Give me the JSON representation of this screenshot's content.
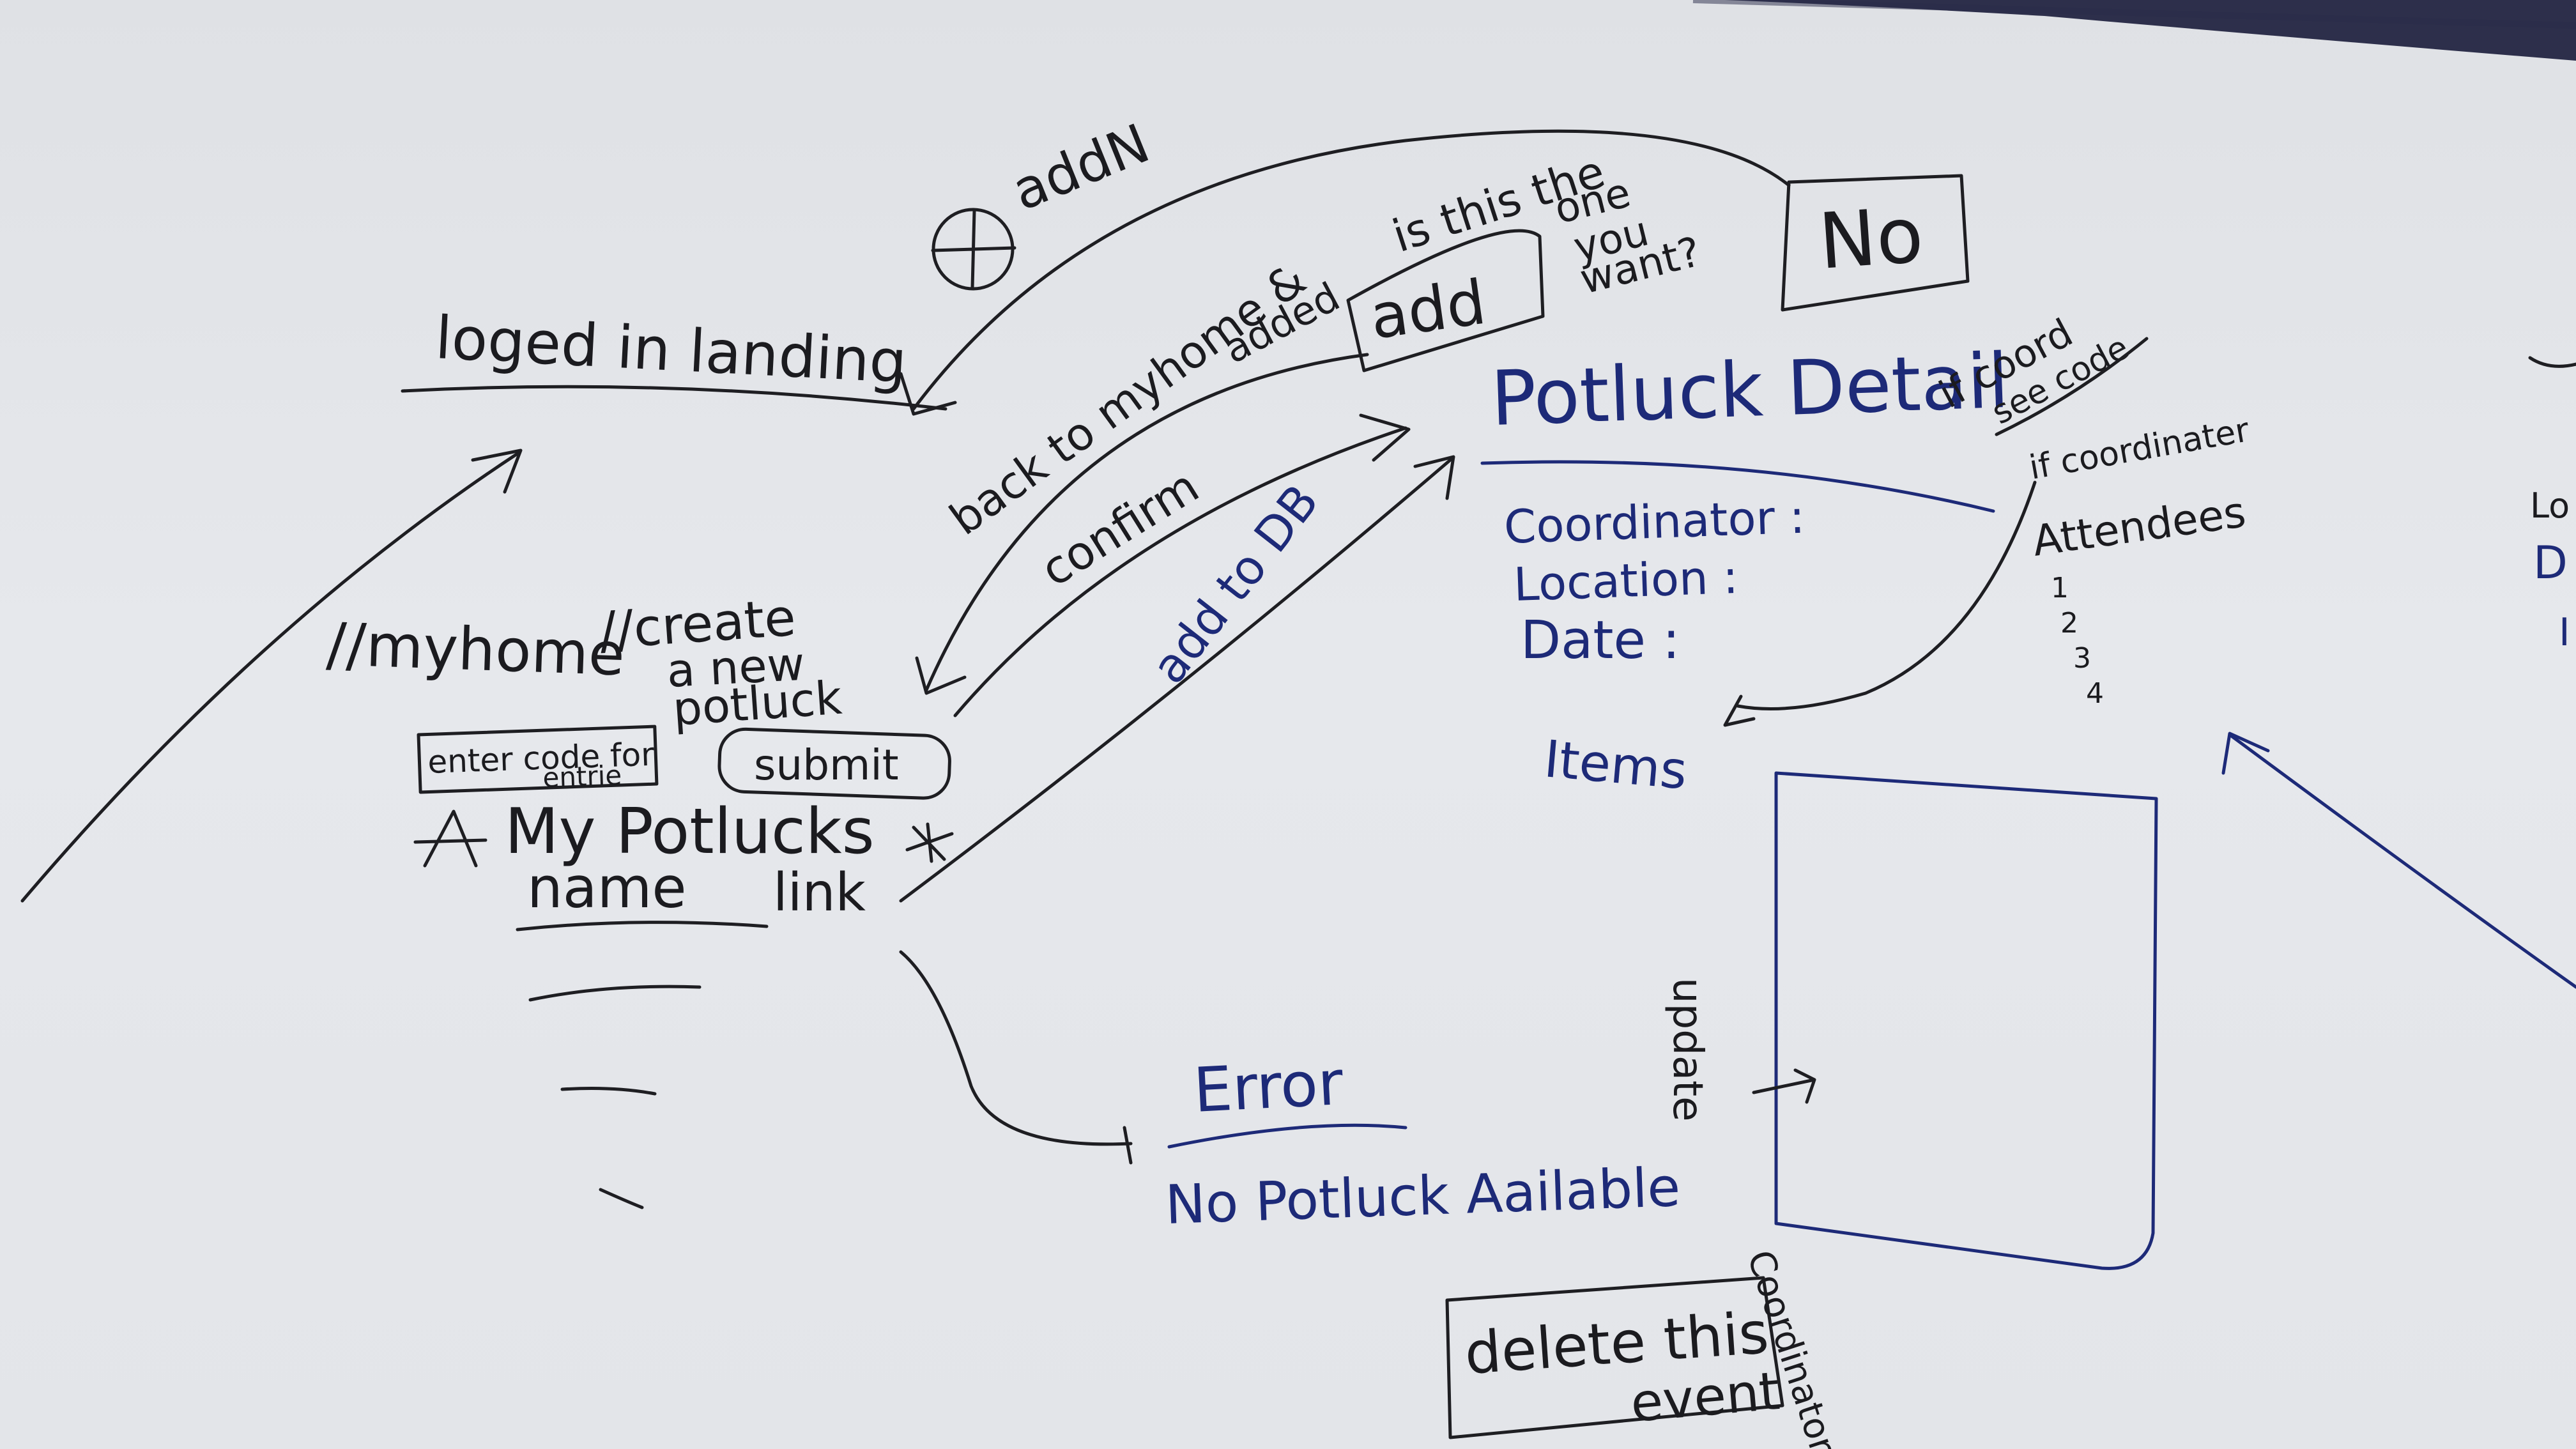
{
  "colors": {
    "board": "#e4e6ea",
    "black_ink": "#1e1e22",
    "blue_ink": "#1d2a78"
  },
  "labels": {
    "logged_in_landing": "loged in landing",
    "add_n": "addN",
    "is_this": "is this the",
    "one": "one",
    "you": "you",
    "want": "want?",
    "no_button": "No",
    "add_button": "add",
    "back_to_myhome": "back to myhome &",
    "added": "added",
    "confirm": "confirm",
    "add_to_db": "add to DB",
    "myhome": "//myhome",
    "create": "//create",
    "a_new": "a new",
    "potluck": "potluck",
    "enter_code": "enter code for",
    "entrie": "entrie",
    "submit": "submit",
    "my_potlucks": "My Potlucks",
    "name": "name",
    "link": "link",
    "error": "Error",
    "no_potluck": "No Potluck Aailable",
    "potluck_detail": "Potluck Detail",
    "if_coord": "if coord",
    "see_code": "see code",
    "if_coordinator": "if coordinater",
    "attendees": "Attendees",
    "coordinator": "Coordinator :",
    "location": "Location :",
    "date": "Date :",
    "items": "Items",
    "update": "update",
    "delete_event": "delete this",
    "event": "event",
    "coordinator_side": "Coordinator",
    "attendee_nums": [
      "1",
      "2",
      "3",
      "4"
    ],
    "edge_lo": "Lo",
    "edge_d": "D",
    "edge_i": "I"
  }
}
